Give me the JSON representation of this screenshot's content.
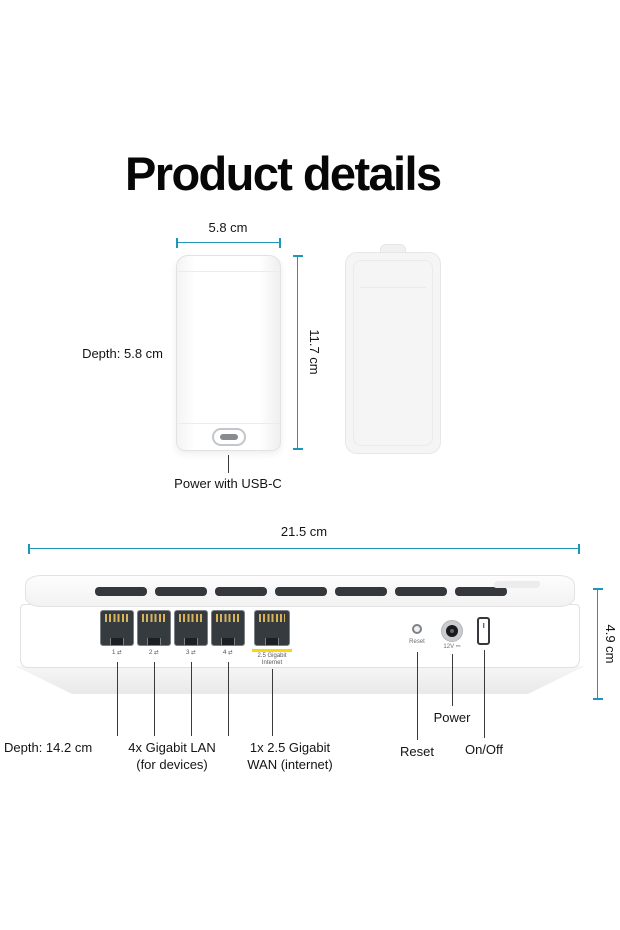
{
  "title": "Product details",
  "colors": {
    "accent": "#1f95b8",
    "highlight_yellow": "#f5d90a",
    "text": "#111111"
  },
  "extender": {
    "width_label": "5.8 cm",
    "depth_label": "Depth: 5.8 cm",
    "height_label": "11.7 cm",
    "power_callout": "Power with USB-C"
  },
  "router": {
    "width_label": "21.5 cm",
    "height_label": "4.9 cm",
    "depth_label": "Depth: 14.2 cm",
    "lan_ports": [
      "1",
      "2",
      "3",
      "4"
    ],
    "lan_icon": "⇄",
    "wan_port_label_line1": "2.5 Gigabit",
    "wan_port_label_line2": "Internet",
    "reset_port_label": "Reset",
    "power_jack_label": "12V ⎓",
    "callouts": {
      "lan_line1": "4x Gigabit LAN",
      "lan_line2": "(for devices)",
      "wan_line1": "1x 2.5 Gigabit",
      "wan_line2": "WAN (internet)",
      "reset": "Reset",
      "power": "Power",
      "onoff": "On/Off"
    }
  }
}
